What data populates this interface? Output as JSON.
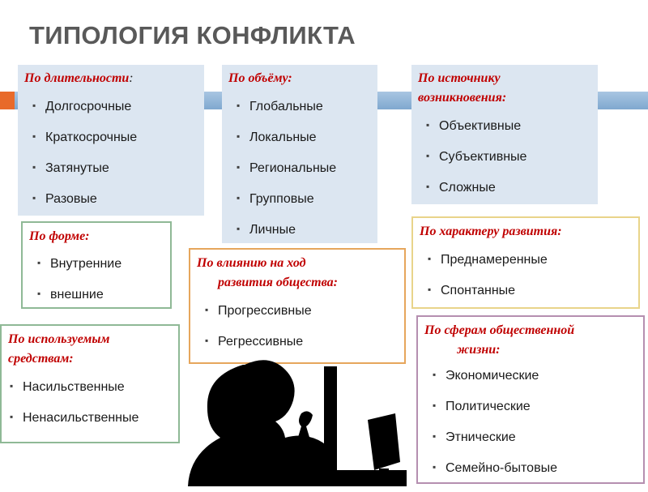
{
  "title": "ТИПОЛОГИЯ КОНФЛИКТА",
  "colors": {
    "heading": "#c00000",
    "title": "#595959",
    "filled_box": "#dce6f1",
    "band_orange": "#e86a2a",
    "band_blue": "#8fb4d6"
  },
  "boxes": {
    "duration": {
      "heading": "По длительности",
      "colon": ":",
      "items": [
        "Долгосрочные",
        "Краткосрочные",
        "Затянутые",
        "Разовые"
      ]
    },
    "volume": {
      "heading": "По объёму:",
      "items": [
        "Глобальные",
        "Локальные",
        "Региональные",
        "Групповые",
        "Личные"
      ]
    },
    "source": {
      "heading_line1": "По источнику",
      "heading_line2": "возникновения:",
      "items": [
        "Объективные",
        "Субъективные",
        "Сложные"
      ]
    },
    "form": {
      "heading": "По форме:",
      "items": [
        "Внутренние",
        "внешние"
      ]
    },
    "influence": {
      "heading_line1": "По влиянию на ход",
      "heading_line2": "развития общества:",
      "items": [
        "Прогрессивные",
        "Регрессивные"
      ]
    },
    "character": {
      "heading": "По характеру развития:",
      "items": [
        "Преднамеренные",
        "Спонтанные"
      ]
    },
    "means": {
      "heading_line1": "По используемым",
      "heading_line2": "средствам:",
      "items": [
        "Насильственные",
        "Ненасильственные"
      ]
    },
    "spheres": {
      "heading_line1": "По сферам общественной",
      "heading_line2": "жизни:",
      "items": [
        "Экономические",
        "Политические",
        "Этнические",
        "Семейно-бытовые"
      ]
    }
  }
}
